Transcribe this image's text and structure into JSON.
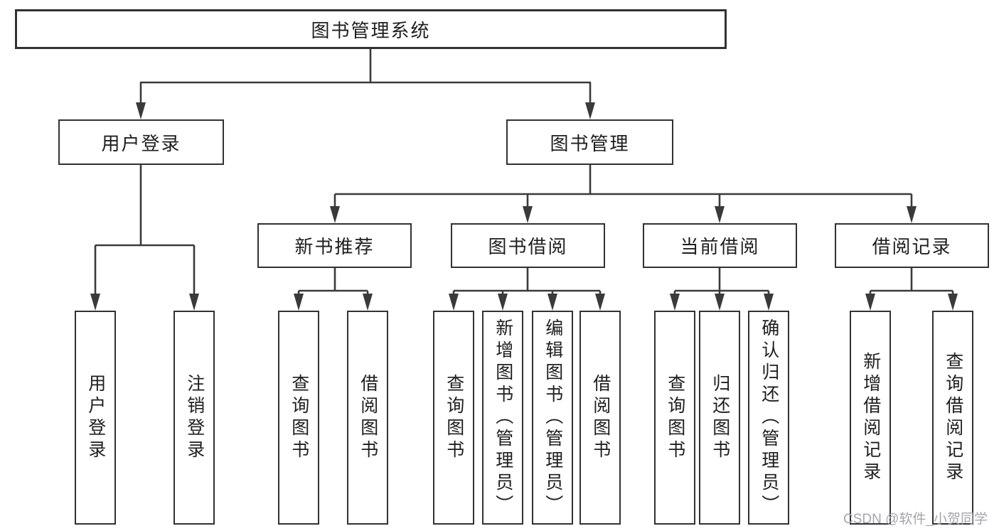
{
  "title": "图书管理系统",
  "watermark": "CSDN @软件_小贺同学",
  "colors": {
    "line": "#3a3a3a",
    "box_border": "#323232",
    "text": "#1e1e1e",
    "watermark_text": "#a5a5a9",
    "background": "#ffffff"
  },
  "tree": {
    "label": "图书管理系统",
    "children": [
      {
        "label": "用户登录",
        "children": [
          {
            "label": "用户登录"
          },
          {
            "label": "注销登录"
          }
        ]
      },
      {
        "label": "图书管理",
        "children": [
          {
            "label": "新书推荐",
            "children": [
              {
                "label": "查询图书"
              },
              {
                "label": "借阅图书"
              }
            ]
          },
          {
            "label": "图书借阅",
            "children": [
              {
                "label": "查询图书"
              },
              {
                "label": "新增图书（管理员）"
              },
              {
                "label": "编辑图书（管理员）"
              },
              {
                "label": "借阅图书"
              }
            ]
          },
          {
            "label": "当前借阅",
            "children": [
              {
                "label": "查询图书"
              },
              {
                "label": "归还图书"
              },
              {
                "label": "确认归还（管理员）"
              }
            ]
          },
          {
            "label": "借阅记录",
            "children": [
              {
                "label": "新增借阅记录"
              },
              {
                "label": "查询借阅记录"
              }
            ]
          }
        ]
      }
    ]
  }
}
